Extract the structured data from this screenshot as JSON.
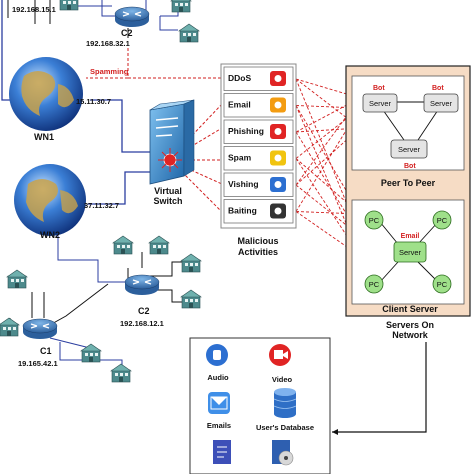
{
  "networks": {
    "c2_top": {
      "ip_left": "192.168.15.1",
      "name": "C2",
      "ip": "192.168.32.1"
    },
    "wn1": {
      "name": "WN1",
      "ip": "15.11.30.7",
      "spam_label": "Spamming"
    },
    "wn2": {
      "name": "WN2",
      "ip": "37.11.32.7"
    },
    "c2_bottom": {
      "name": "C2",
      "ip": "192.168.12.1"
    },
    "c1": {
      "name": "C1",
      "ip": "19.165.42.1"
    },
    "switch": {
      "label_line1": "Virtual",
      "label_line2": "Switch"
    }
  },
  "malicious": {
    "title_line1": "Malicious",
    "title_line2": "Activities",
    "items": [
      "DDoS",
      "Email",
      "Phishing",
      "Spam",
      "Vishing",
      "Baiting"
    ],
    "icons": [
      "ddos-icon",
      "email-spam-icon",
      "phishing-icon",
      "spam-inbox-icon",
      "vishing-icon",
      "baiting-icon"
    ]
  },
  "servers": {
    "p2p": {
      "title": "Peer To Peer",
      "bot_label": "Bot",
      "server_label": "Server"
    },
    "client_server": {
      "title": "Client Server",
      "email_label": "Email",
      "server_label": "Server",
      "pc_label": "PC"
    },
    "footer_line1": "Servers On",
    "footer_line2": "Network"
  },
  "storage": {
    "items": [
      "Audio",
      "Video",
      "Emails",
      "User's Database",
      "",
      ""
    ]
  },
  "colors": {
    "red": "#d21f1f",
    "blue": "#2b3ea0",
    "switch_blue": "#2f7dc0",
    "peach": "#f6dcc5",
    "green": "#9fe08a"
  }
}
